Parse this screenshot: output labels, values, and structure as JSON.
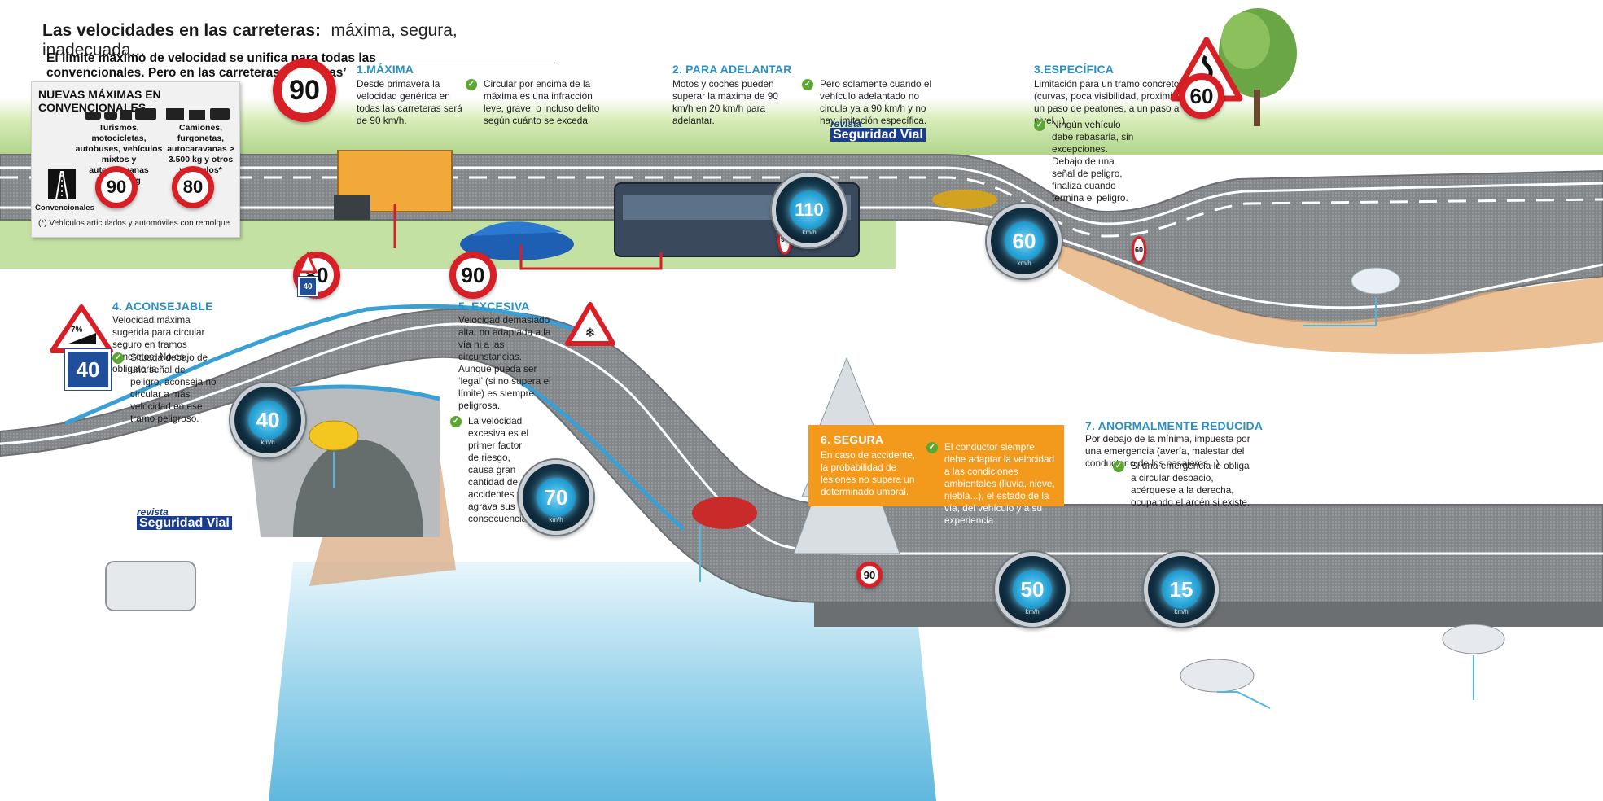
{
  "header": {
    "title_bold": "Las velocidades en las carreteras:",
    "title_light": "máxima, segura, inadecuada...",
    "intro": "El límite máximo de velocidad se unifica para todas las convencionales. Pero en las carreteras hay ‘otras’ velocidades. Son estas:"
  },
  "max_box": {
    "heading": "NUEVAS MÁXIMAS EN CONVENCIONALES",
    "col1": "Turismos, motocicletas, autobuses, vehículos mixtos y autocaravanas <=3.500 kg",
    "col2": "Camiones, furgonetas, autocaravanas > 3.500 kg y otros vehículos*",
    "road_label": "Convencionales",
    "limit1": "90",
    "limit2": "80",
    "footnote": "(*) Vehículos articulados y automóviles con remolque."
  },
  "sections": {
    "s1": {
      "title": "1.MÁXIMA",
      "text": "Desde primavera la velocidad genérica en todas las carreteras será de 90 km/h.",
      "check": "Circular por encima de la máxima es una infracción leve, grave, o incluso delito según cuánto se exceda."
    },
    "s2": {
      "title": "2. PARA ADELANTAR",
      "text": "Motos y coches pueden superar la máxima de 90 km/h en 20 km/h para adelantar.",
      "check": "Pero solamente cuando el vehículo adelantado no circula ya a 90 km/h y no hay limitación específica."
    },
    "s3": {
      "title": "3.ESPECÍFICA",
      "text": "Limitación para un tramo concretos (curvas, poca visibilidad, proximidad a un paso de peatones, a un paso a nivel...).",
      "check": "Ningún vehículo debe rebasarla, sin excepciones. Debajo de una señal de peligro, finaliza cuando termina el peligro."
    },
    "s4": {
      "title": "4. ACONSEJABLE",
      "text": "Velocidad máxima sugerida para circular seguro en tramos concretos. No es obligatoria.",
      "check": "Situada debajo de una señal de peligro, aconseja no circular a más velocidad en ese tramo peligroso."
    },
    "s5": {
      "title": "5. EXCESIVA",
      "text": "Velocidad demasiado alta, no adaptada a la vía ni a las circunstancias. Aunque pueda ser ‘legal’ (si no supera el límite) es siempre peligrosa.",
      "check": "La velocidad excesiva es el primer factor de riesgo, causa gran cantidad de accidentes y agrava sus consecuencias."
    },
    "s6": {
      "title": "6. SEGURA",
      "text": "En caso de accidente, la probabilidad de lesiones no supera un determinado umbral.",
      "check": "El conductor siempre debe adaptar la velocidad a las condiciones ambientales (lluvia, nieve, niebla...), el estado de la vía, del vehículo y a su experiencia."
    },
    "s7": {
      "title": "7. ANORMALMENTE REDUCIDA",
      "text": "Por debajo de la mínima, impuesta por una emergencia (avería, malestar del conductor o de los pasajeros...).",
      "check": "Si una emergencia le obliga a circular despacio, acérquese a la derecha, ocupando el arcén si existe."
    }
  },
  "signs": {
    "top_90": "90",
    "road_80": "80",
    "road_90": "90",
    "small_90": "90",
    "small_60": "60",
    "spec_60": "60",
    "advice_40": "40",
    "advice_slope": "7%",
    "small_40": "40",
    "bottom_90": "90"
  },
  "gauges": {
    "g110": "110",
    "g60": "60",
    "g40": "40",
    "g70": "70",
    "g50": "50",
    "g15": "15",
    "unit": "km/h"
  },
  "logo": {
    "revista": "revista",
    "name": "Seguridad Vial"
  },
  "colors": {
    "accent_blue": "#2a8fc1",
    "sign_red": "#d91f26",
    "segura_orange": "#f39a1c",
    "check_green": "#5aa832"
  }
}
